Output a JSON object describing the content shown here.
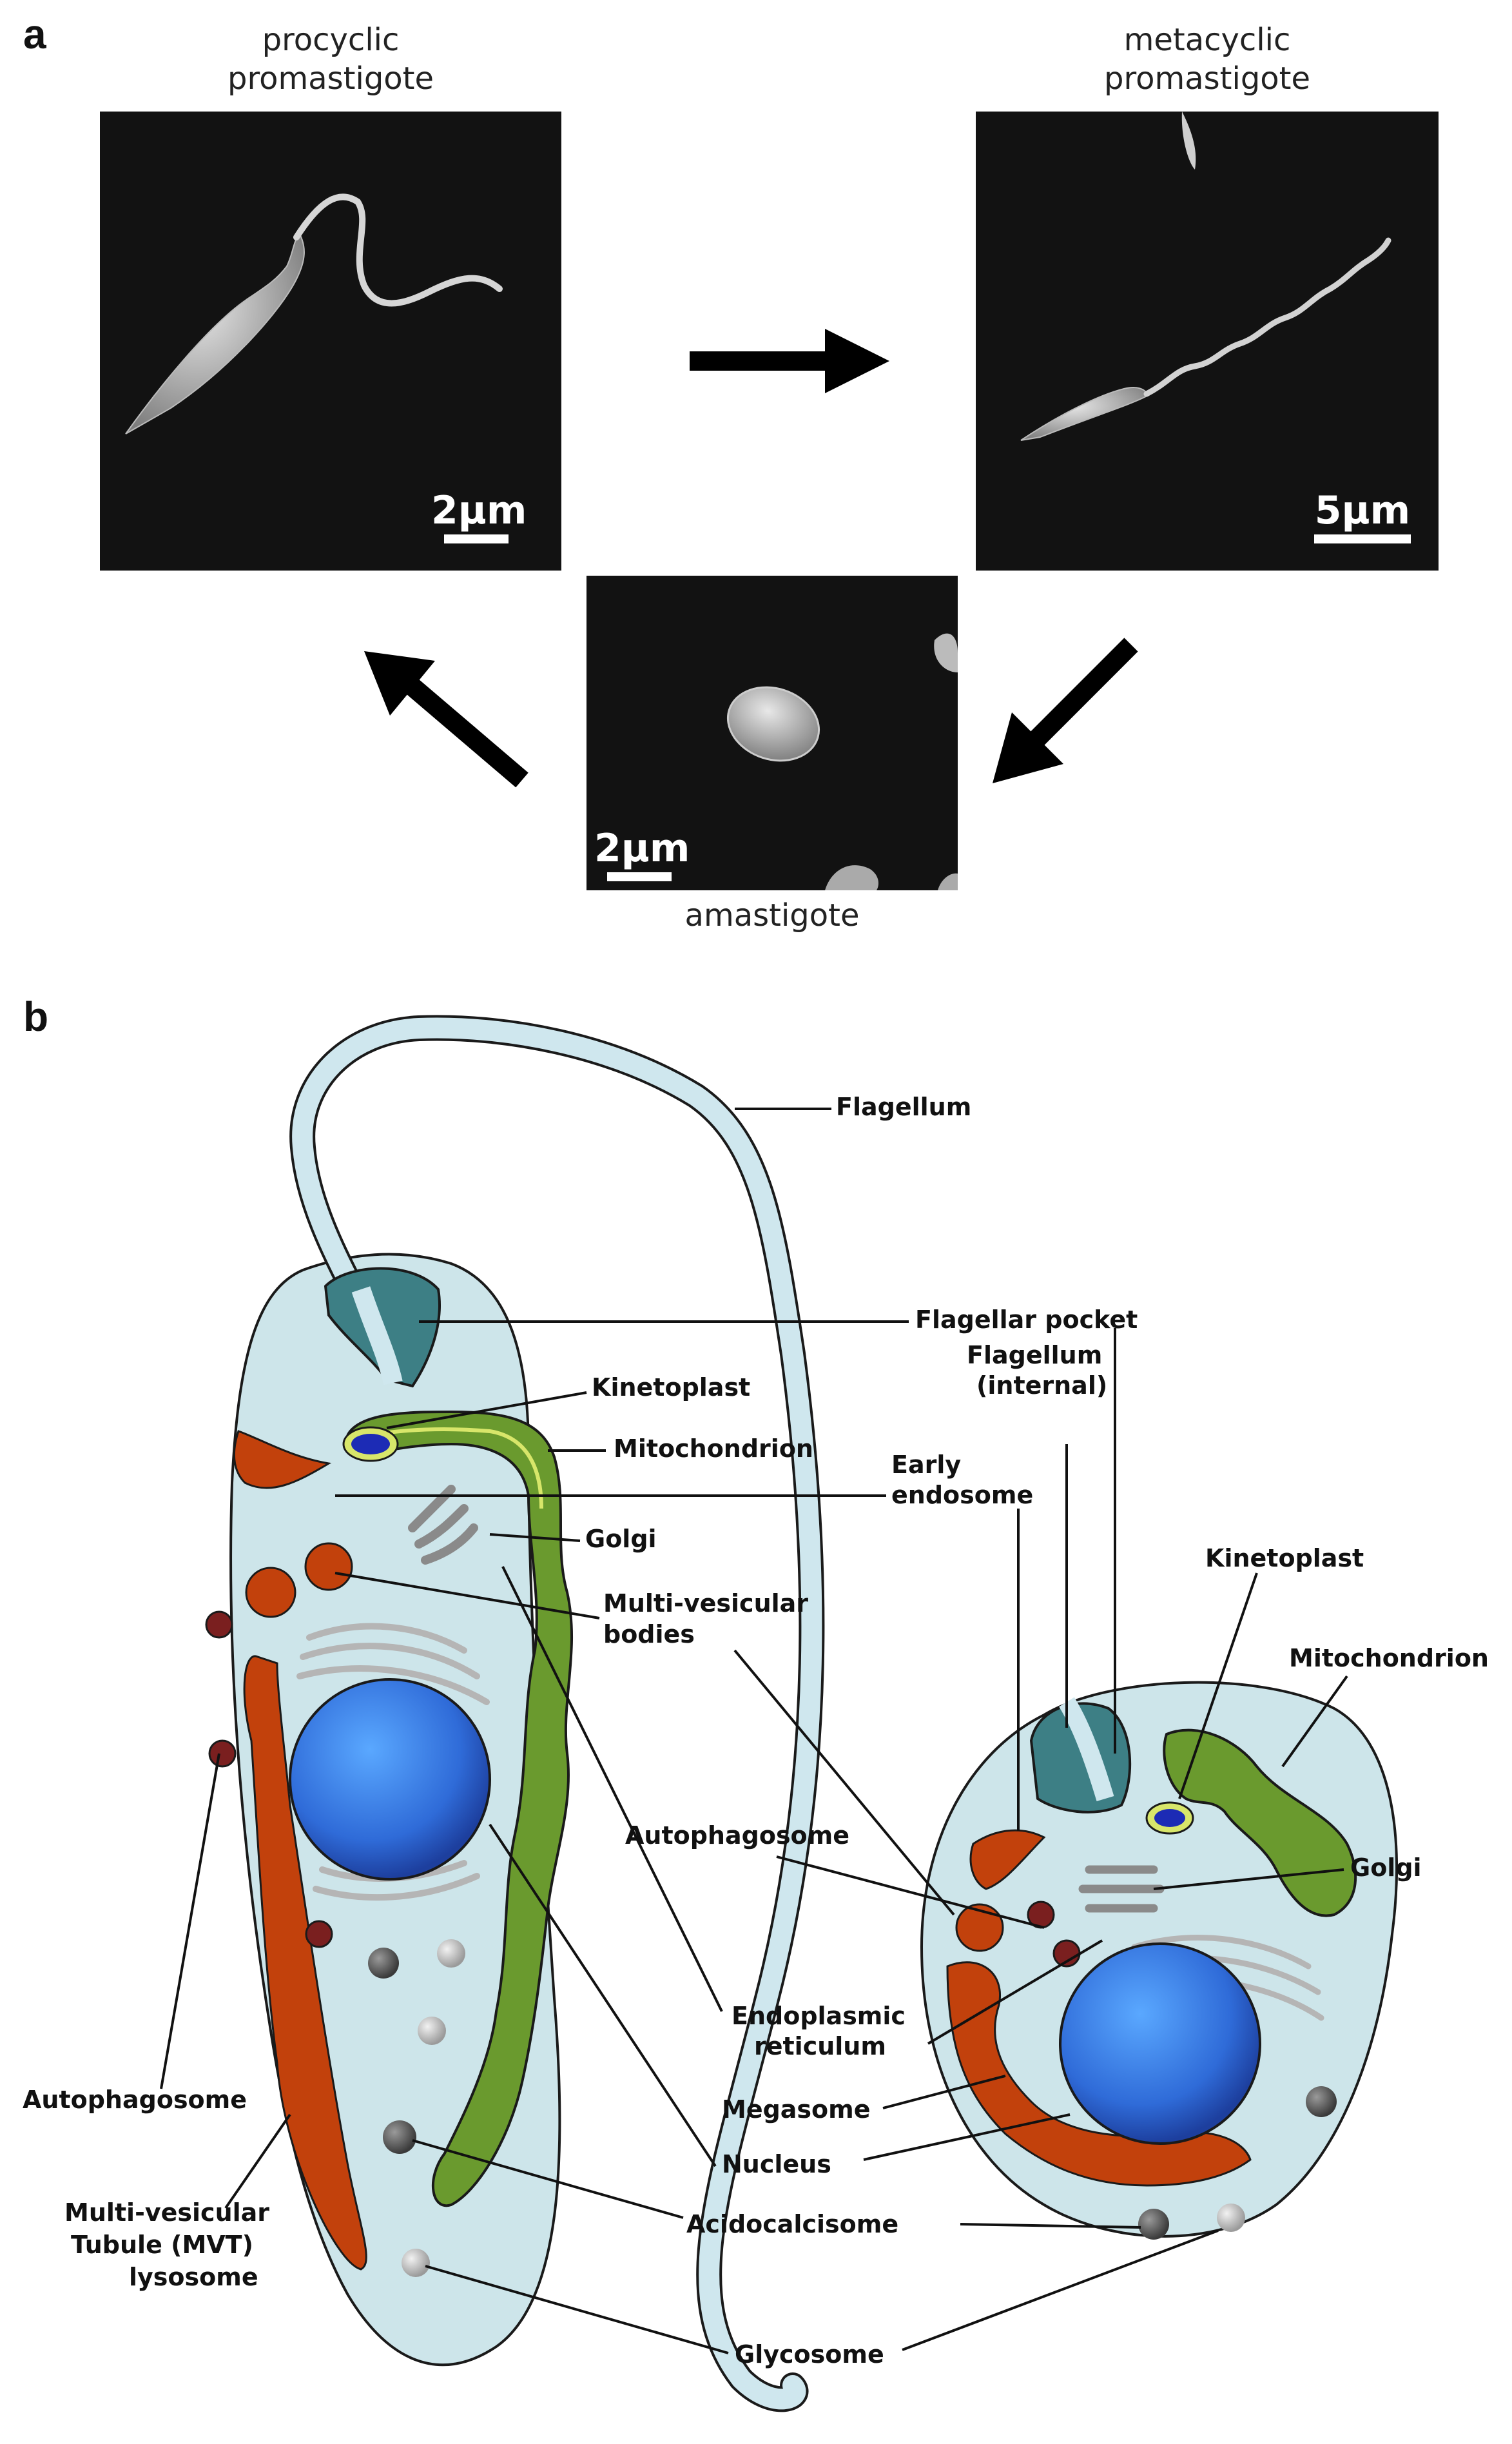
{
  "panels": {
    "a": {
      "letter": "a",
      "procyclic": {
        "line1": "procyclic",
        "line2": "promastigote",
        "scale": "2µm"
      },
      "metacyclic": {
        "line1": "metacyclic",
        "line2": "promastigote",
        "scale": "5µm"
      },
      "amastigote": {
        "label": "amastigote",
        "scale": "2µm"
      }
    },
    "b": {
      "letter": "b",
      "labels": {
        "flagellum": "Flagellum",
        "flagellar_pocket": "Flagellar pocket",
        "flagellum_internal_1": "Flagellum",
        "flagellum_internal_2": "(internal)",
        "kinetoplast_left": "Kinetoplast",
        "mitochondrion_left": "Mitochondrion",
        "early_endosome_1": "Early",
        "early_endosome_2": "endosome",
        "golgi_left": "Golgi",
        "mvb_1": "Multi-vesicular",
        "mvb_2": "bodies",
        "kinetoplast_right": "Kinetoplast",
        "mitochondrion_right": "Mitochondrion",
        "autophagosome_mid": "Autophagosome",
        "golgi_right": "Golgi",
        "er_1": "Endoplasmic",
        "er_2": "reticulum",
        "autophagosome_left": "Autophagosome",
        "megasome": "Megasome",
        "nucleus": "Nucleus",
        "acidocalcisome": "Acidocalcisome",
        "mvt_1": "Multi-vesicular",
        "mvt_2": "Tubule (MVT)",
        "mvt_3": "lysosome",
        "glycosome": "Glycosome"
      }
    }
  },
  "colors": {
    "cytoplasm": "#cde5ea",
    "flagellum": "#cfe7ee",
    "pocket": "#3d7f85",
    "mitochondrion": "#6a9a2e",
    "mito_rim": "#d8e66a",
    "nucleus": "#3a7ee0",
    "kinetoplast": "#1c2bb5",
    "megasome": "#c2410c",
    "golgi": "#9a9a9a",
    "acidocalcisome": "#5a5a5a",
    "glycosome": "#c8c8c8"
  }
}
